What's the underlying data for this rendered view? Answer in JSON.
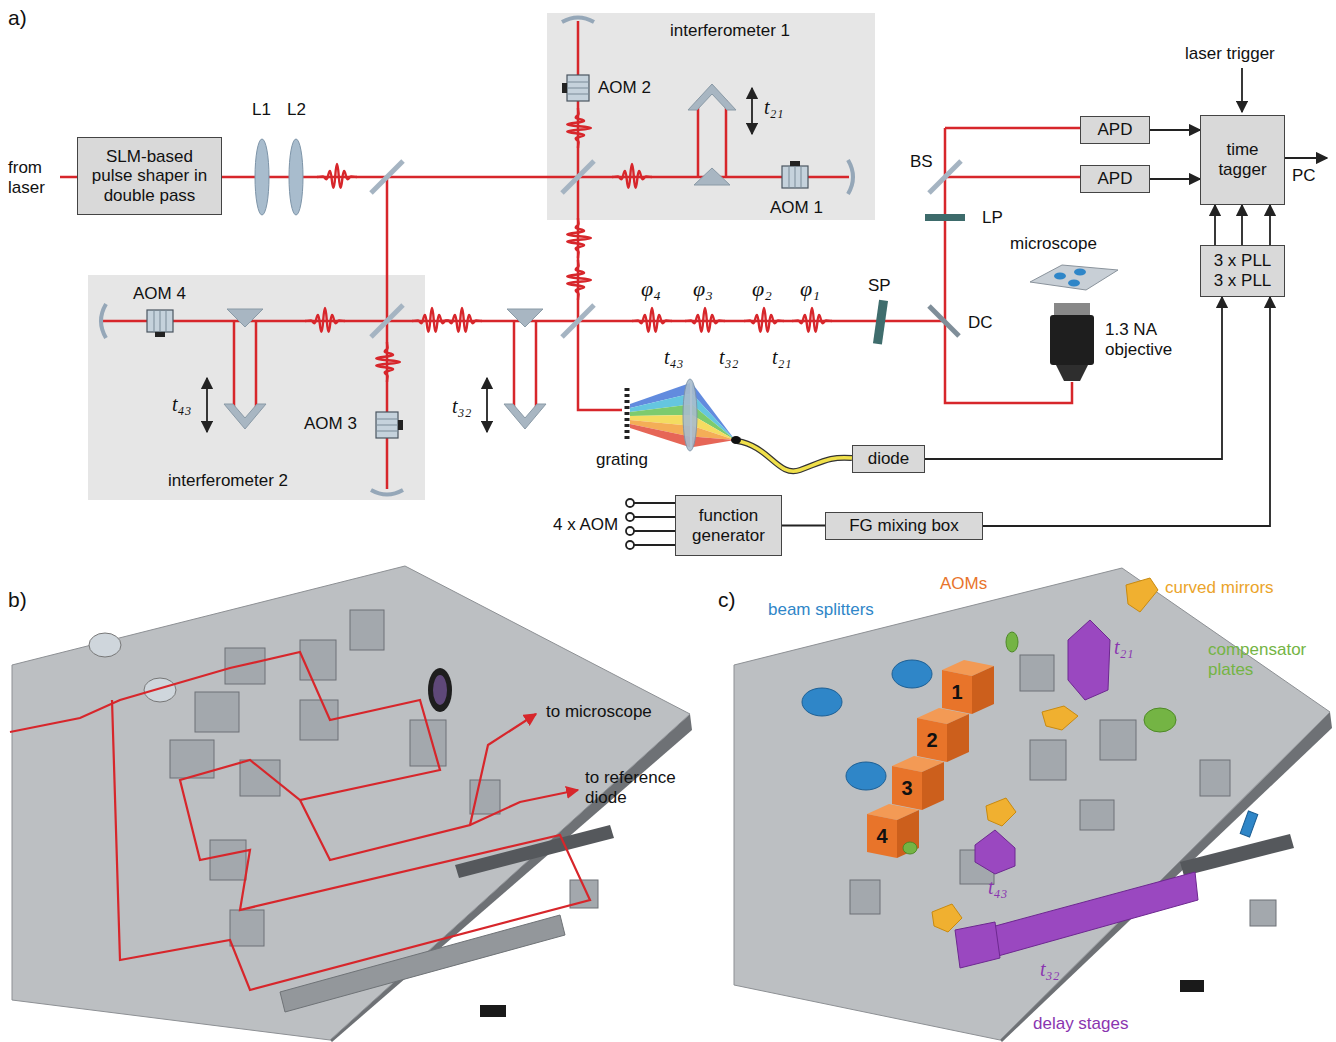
{
  "diagram": {
    "nodes": [
      {
        "text": [
          "SLM-based pulse shaper in double pass"
        ]
      },
      {
        "text": [
          "interferometer 1"
        ]
      },
      {
        "text": [
          "interferometer 2"
        ]
      },
      {
        "text": [
          "APD"
        ]
      },
      {
        "text": [
          "APD"
        ]
      },
      {
        "text": [
          "time tagger"
        ]
      },
      {
        "text": [
          "3 x PLL 3 x PLL"
        ]
      },
      {
        "text": [
          "diode"
        ]
      },
      {
        "text": [
          "function generator"
        ]
      },
      {
        "text": [
          "FG mixing box"
        ]
      }
    ],
    "edges": [
      {
        "from": 3,
        "to": 5,
        "arrow": "to"
      },
      {
        "from": 4,
        "to": 5,
        "arrow": "to"
      },
      {
        "from": 6,
        "to": 5,
        "arrow": "to"
      },
      {
        "from": 6,
        "to": 5,
        "arrow": "to"
      },
      {
        "from": 6,
        "to": 5,
        "arrow": "to"
      },
      {
        "from": 7,
        "to": 6,
        "arrow": "to"
      },
      {
        "from": 9,
        "to": 6,
        "arrow": "to"
      },
      {
        "from": 8,
        "to": 9,
        "arrow": "none"
      }
    ],
    "labels": [
      "a)",
      "from laser",
      "L1",
      "L2",
      "AOM 2",
      "t₂₁",
      "AOM 1",
      "laser trigger",
      "PC",
      "BS",
      "LP",
      "microscope",
      "AOM 4",
      "t₄₃",
      "AOM 3",
      "t₃₂",
      "φ₄",
      "φ₃",
      "φ₂",
      "φ₁",
      "t₄₃",
      "t₃₂",
      "t₂₁",
      "SP",
      "DC",
      "1.3 NA objective",
      "grating",
      "4 x AOM",
      "b)",
      "to microscope",
      "to reference diode",
      "c)",
      "beam splitters",
      "AOMs",
      "curved mirrors",
      "compensator plates",
      "1",
      "2",
      "3",
      "4",
      "t₂₁",
      "t₄₃",
      "t₃₂",
      "delay stages"
    ]
  }
}
